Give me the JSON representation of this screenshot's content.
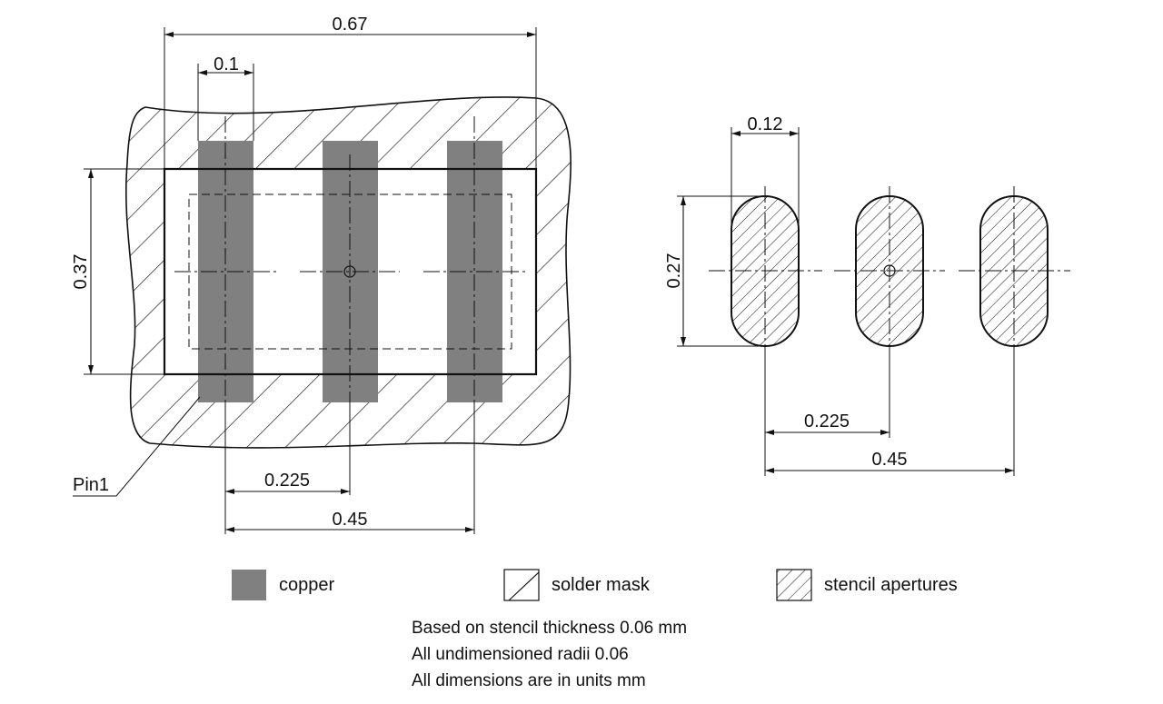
{
  "left_view": {
    "dim_width": "0.67",
    "dim_pad_width": "0.1",
    "dim_height": "0.37",
    "dim_pitch_half": "0.225",
    "dim_pitch": "0.45",
    "pin_label": "Pin1"
  },
  "right_view": {
    "dim_aperture_width": "0.12",
    "dim_aperture_height": "0.27",
    "dim_pitch_half": "0.225",
    "dim_pitch": "0.45"
  },
  "legend": {
    "copper": "copper",
    "solder_mask": "solder mask",
    "stencil": "stencil apertures"
  },
  "notes": [
    "Based on stencil thickness 0.06 mm",
    "All undimensioned radii 0.06",
    "All dimensions are in units mm"
  ],
  "colors": {
    "copper": "#808080",
    "line": "#111111"
  }
}
